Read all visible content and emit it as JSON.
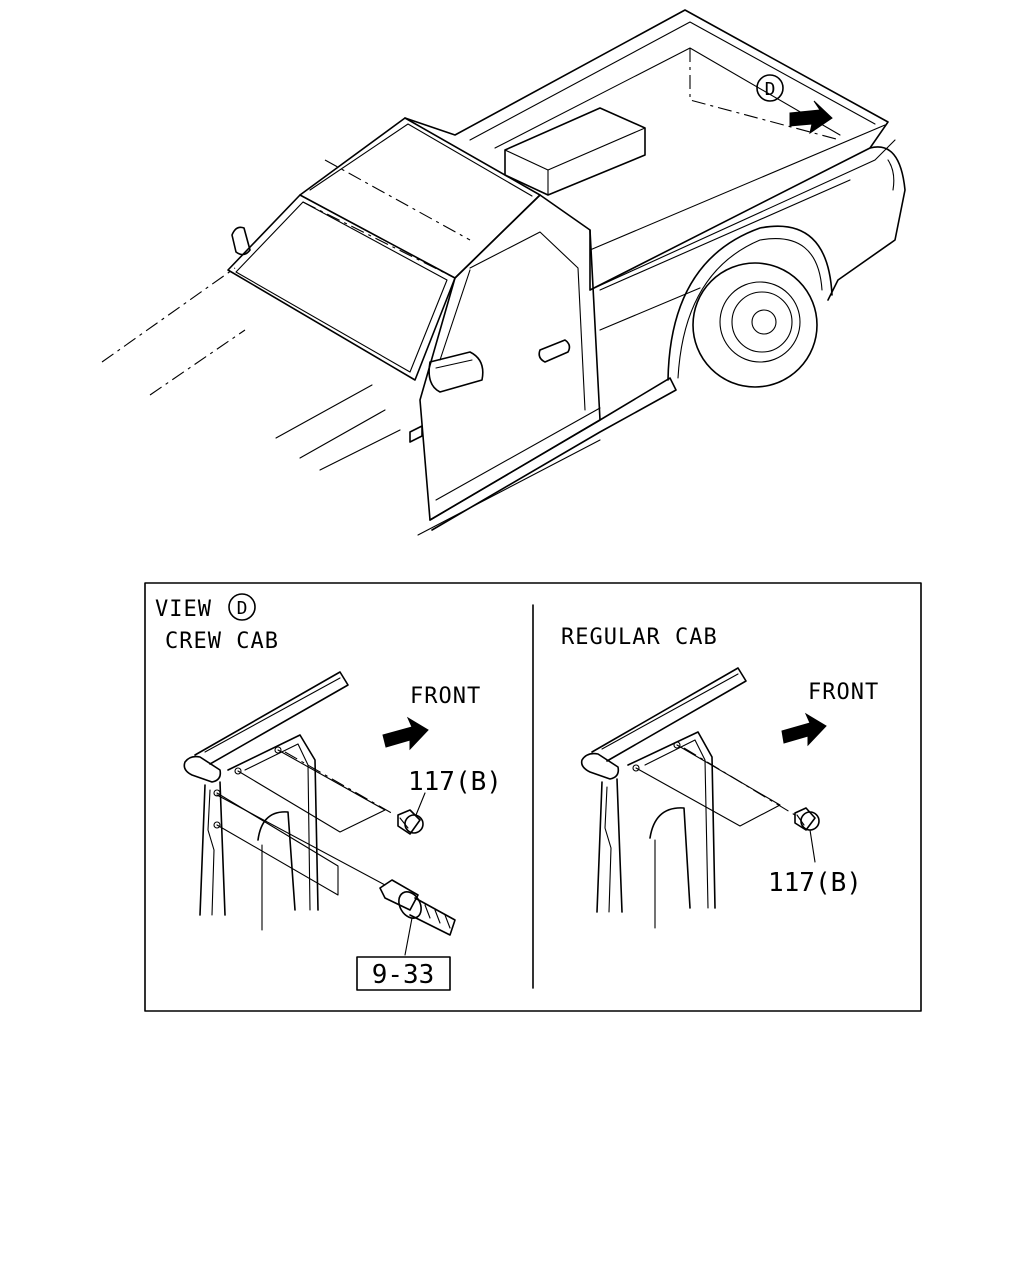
{
  "callout_top": "D",
  "view_label": "VIEW",
  "view_circle": "D",
  "crew_cab_label": "CREW CAB",
  "regular_cab_label": "REGULAR CAB",
  "front_left": "FRONT",
  "front_right": "FRONT",
  "part_left_bolt": "117(B)",
  "part_left_stud": "9-33",
  "part_right_bolt": "117(B)"
}
